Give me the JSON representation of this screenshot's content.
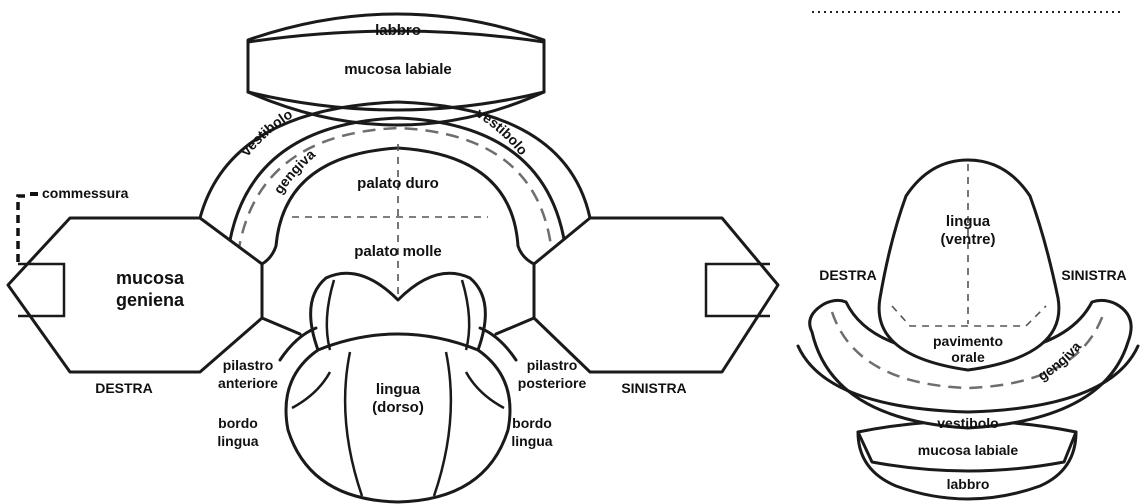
{
  "left_diagram": {
    "labbro": "labbro",
    "mucosa_labiale": "mucosa labiale",
    "vestibolo_left": "vestibolo",
    "vestibolo_right": "vestibolo",
    "gengiva": "gengiva",
    "palato_duro": "palato duro",
    "palato_molle": "palato molle",
    "commessura": "commessura",
    "mucosa_geniena_1": "mucosa",
    "mucosa_geniena_2": "geniena",
    "pilastro_anteriore_1": "pilastro",
    "pilastro_anteriore_2": "anteriore",
    "pilastro_posteriore_1": "pilastro",
    "pilastro_posteriore_2": "posteriore",
    "lingua_dorso_1": "lingua",
    "lingua_dorso_2": "(dorso)",
    "bordo_lingua_left_1": "bordo",
    "bordo_lingua_left_2": "lingua",
    "bordo_lingua_right_1": "bordo",
    "bordo_lingua_right_2": "lingua",
    "destra": "DESTRA",
    "sinistra": "SINISTRA"
  },
  "right_diagram": {
    "lingua_ventre_1": "lingua",
    "lingua_ventre_2": "(ventre)",
    "destra": "DESTRA",
    "sinistra": "SINISTRA",
    "pavimento_1": "pavimento",
    "pavimento_2": "orale",
    "gengiva": "gengiva",
    "vestibolo": "vestibolo",
    "mucosa_labiale": "mucosa labiale",
    "labbro": "labbro"
  }
}
